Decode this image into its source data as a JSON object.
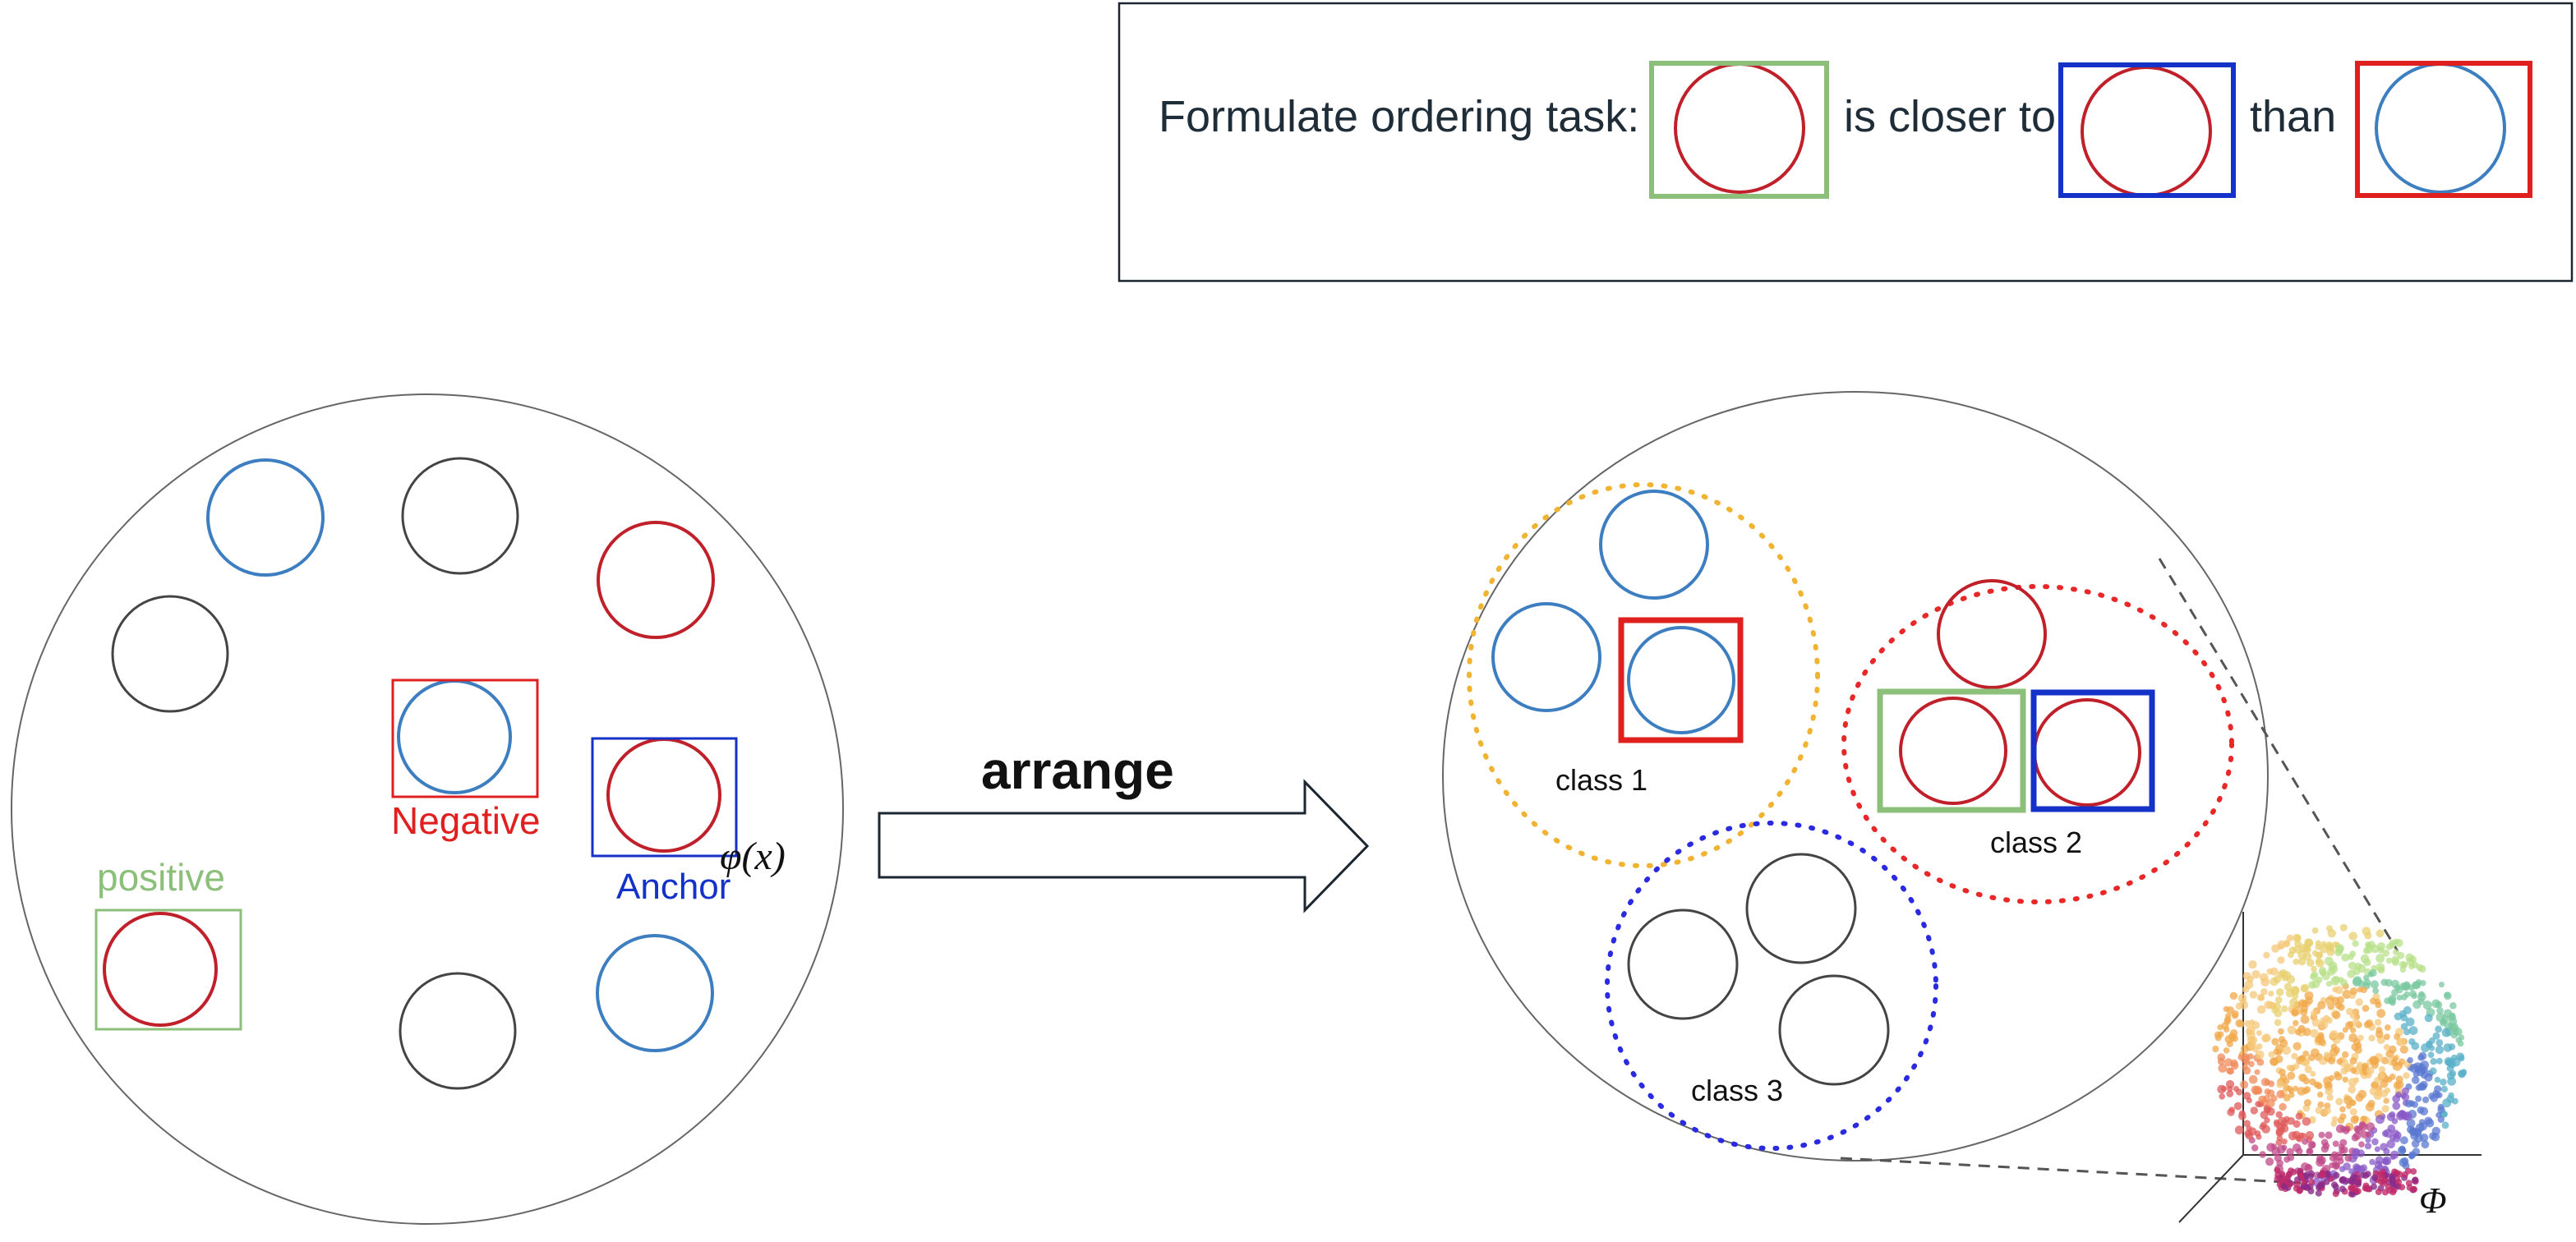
{
  "top_panel": {
    "label_formulate": "Formulate ordering task:",
    "label_closer": "is closer to",
    "label_than": "than"
  },
  "left_space": {
    "negative_label": "Negative",
    "positive_label": "positive",
    "anchor_label": "Anchor",
    "embedding_label": "φ(x)"
  },
  "arrow": {
    "label": "arrange"
  },
  "right_space": {
    "class1_label": "class 1",
    "class2_label": "class 2",
    "class3_label": "class 3",
    "phi_label": "Φ"
  },
  "colors": {
    "positive": "#8cc07a",
    "negative": "#e01f1f",
    "anchor": "#1432c8",
    "class1": "#f0b432",
    "class2": "#e82828",
    "class3": "#2a2ae0",
    "thumb_red_ring": "#c0202a",
    "thumb_blue_ring": "#3d7ec0"
  },
  "icons": [
    "hummer-grey-thumbnail",
    "bentley-dark-thumbnail",
    "ferrari-rear-thumbnail",
    "bentley-white-thumbnail",
    "hummer-orange-thumbnail",
    "ferrari-red-thumbnail",
    "ferrari-driver-thumbnail",
    "bentley-green-thumbnail",
    "hummer-white-thumbnail",
    "sphere-embedding-plot"
  ]
}
